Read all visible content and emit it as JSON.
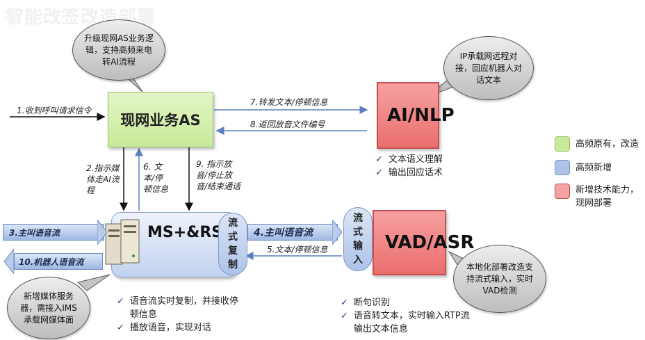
{
  "watermark": "智能改签改造部署",
  "bubbles": {
    "as_upgrade": "升级现网AS业务逻辑，支持高频来电转AI流程",
    "ai_remote": "IP承载网远程对接，回应机器人对话文本",
    "media_server": "新增媒体服务器，需接入IMS承载网媒体面",
    "vad_local": "本地化部署改造支持流式输入，实时VAD检测"
  },
  "nodes": {
    "as": "现网业务AS",
    "ai_nlp": "AI/NLP",
    "ms": "MS+&RS",
    "stream_copy": "流式复制",
    "stream_input": "流式输入",
    "vad_asr": "VAD/ASR"
  },
  "steps": {
    "s1": "1.收到呼叫请求信令",
    "s2": "2.指示媒体走AI流程",
    "s3": "3.主叫语音流",
    "s4": "4.主叫语音流",
    "s5": "5.文本/停顿信息",
    "s6": "6. 文本/停顿信息",
    "s7": "7.转发文本/停顿信息",
    "s8": "8.返回放音文件编号",
    "s9": "9. 指示放音/停止放音/结束通话",
    "s10": "10.机器人语音流"
  },
  "features": {
    "ai": [
      "文本语义理解",
      "输出回应话术"
    ],
    "ms": [
      "语音流实时复制，并接收停顿信息",
      "播放语音，实现对话"
    ],
    "asr": [
      "断句识别",
      "语音转文本，实时输入RTP流输出文本信息"
    ]
  },
  "legend": [
    {
      "label": "高频原有，改造",
      "color": "#c8ea9a"
    },
    {
      "label": "高频新增",
      "color": "#aec3e8"
    },
    {
      "label": "新增技术能力，现网部署",
      "color": "#ea6e6e"
    }
  ]
}
